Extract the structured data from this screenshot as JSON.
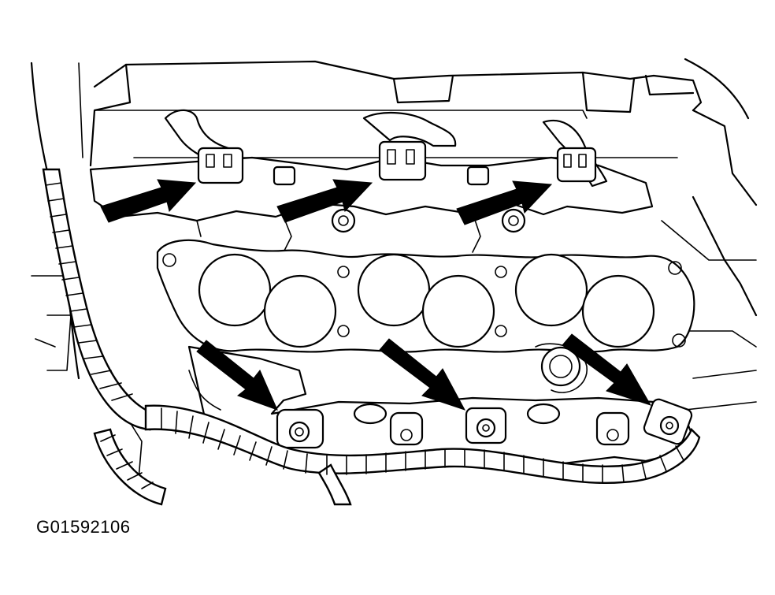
{
  "figure": {
    "id_label": "G01592106"
  },
  "colors": {
    "line": "#000000",
    "background": "#ffffff"
  },
  "callouts": {
    "upper_arrows": 3,
    "lower_arrows": 3
  }
}
